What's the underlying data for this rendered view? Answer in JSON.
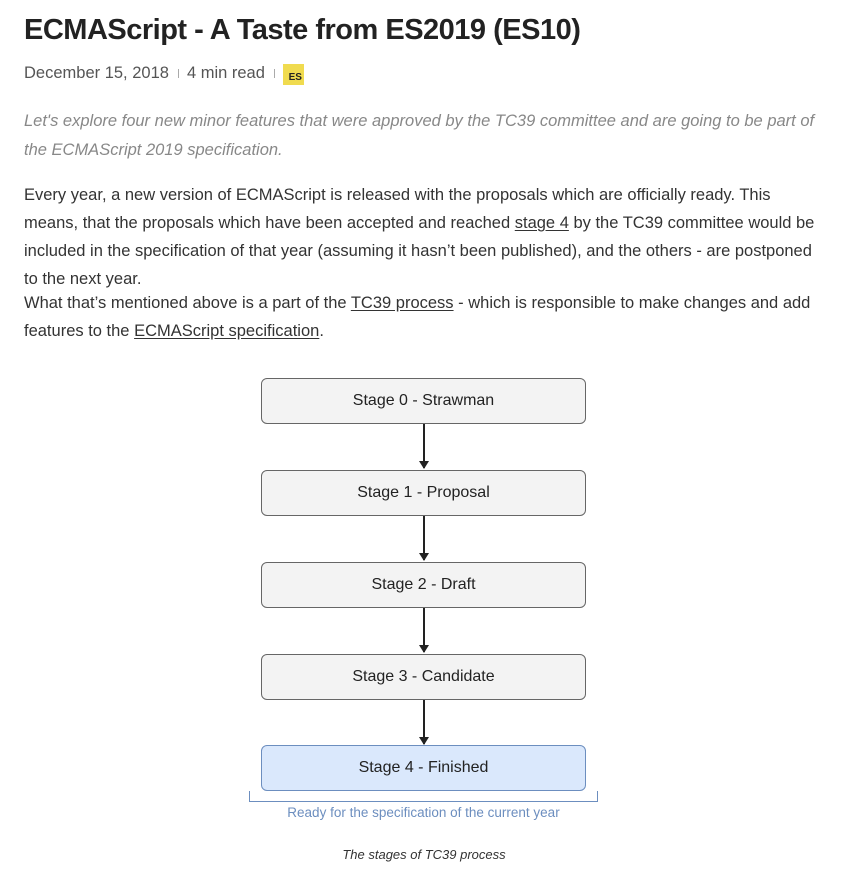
{
  "article": {
    "title": "ECMAScript - A Taste from ES2019 (ES10)",
    "meta": {
      "date": "December 15, 2018",
      "read_time": "4 min read",
      "tag_badge": "ES"
    },
    "intro": "Let's explore four new minor features that were approved by the TC39 committee and are going to be part of the ECMAScript 2019 specification.",
    "paragraph1": {
      "before_link": "Every year, a new version of ECMAScript is released with the proposals which are officially ready. This means, that the proposals which have been accepted and reached ",
      "link": "stage 4",
      "after_link": " by the TC39 committee would be included in the specification of that year (assuming it hasn’t been published), and the others - are postponed to the next year."
    },
    "paragraph2": {
      "before_link1": "What that’s mentioned above is a part of the ",
      "link1": "TC39 process",
      "between_links": " - which is responsible to make changes and add features to the ",
      "link2": "ECMAScript specification",
      "after_link2": "."
    }
  },
  "diagram": {
    "stages": [
      "Stage 0 - Strawman",
      "Stage 1 - Proposal",
      "Stage 2 - Draft",
      "Stage 3 - Candidate",
      "Stage 4 - Finished"
    ],
    "final_note": "Ready for the specification of the current year",
    "caption": "The stages of TC39 process",
    "colors": {
      "box_fill": "#f3f3f3",
      "box_border": "#666666",
      "final_fill": "#dae8fc",
      "final_border": "#6c8ebf",
      "note_color": "#6c8ebf"
    }
  },
  "badge_color": "#f0db4f"
}
